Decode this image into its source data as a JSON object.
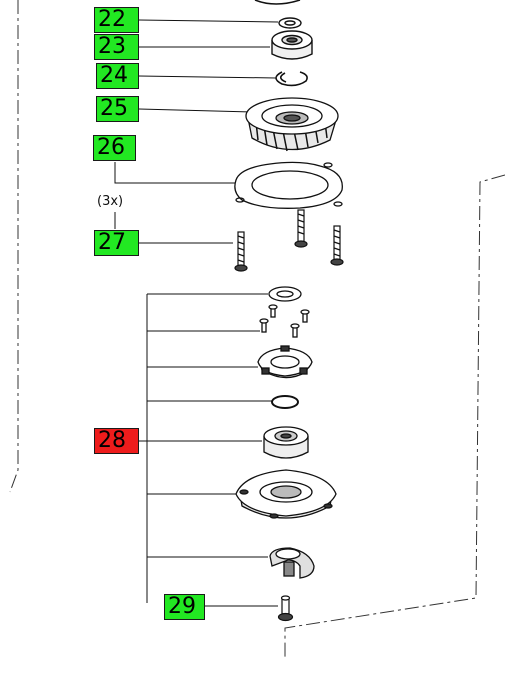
{
  "parts": [
    {
      "number": "22",
      "status": "available"
    },
    {
      "number": "23",
      "status": "available"
    },
    {
      "number": "24",
      "status": "available"
    },
    {
      "number": "25",
      "status": "available"
    },
    {
      "number": "26",
      "status": "available"
    },
    {
      "number": "27",
      "status": "available"
    },
    {
      "number": "28",
      "status": "unavailable"
    },
    {
      "number": "29",
      "status": "available"
    }
  ],
  "quantity_note": "(3x)",
  "colors": {
    "available": "#22e822",
    "unavailable": "#ee1c1c",
    "line": "#111111",
    "dash": "#333333"
  }
}
